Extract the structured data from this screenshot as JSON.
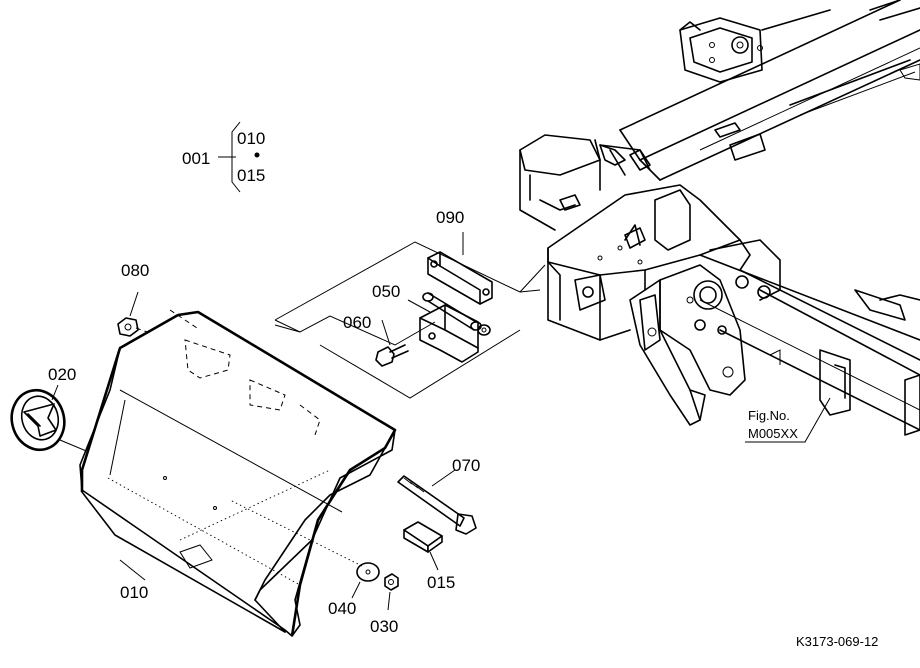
{
  "labels": {
    "p001": "001",
    "p010_group": "010",
    "p015_group": "015",
    "p090": "090",
    "p080": "080",
    "p050": "050",
    "p060": "060",
    "p020": "020",
    "p070": "070",
    "p010": "010",
    "p015": "015",
    "p040": "040",
    "p030": "030"
  },
  "fig_ref": {
    "line1": "Fig.No.",
    "line2": "M005XX"
  },
  "drawing_code": "K3173-069-12"
}
